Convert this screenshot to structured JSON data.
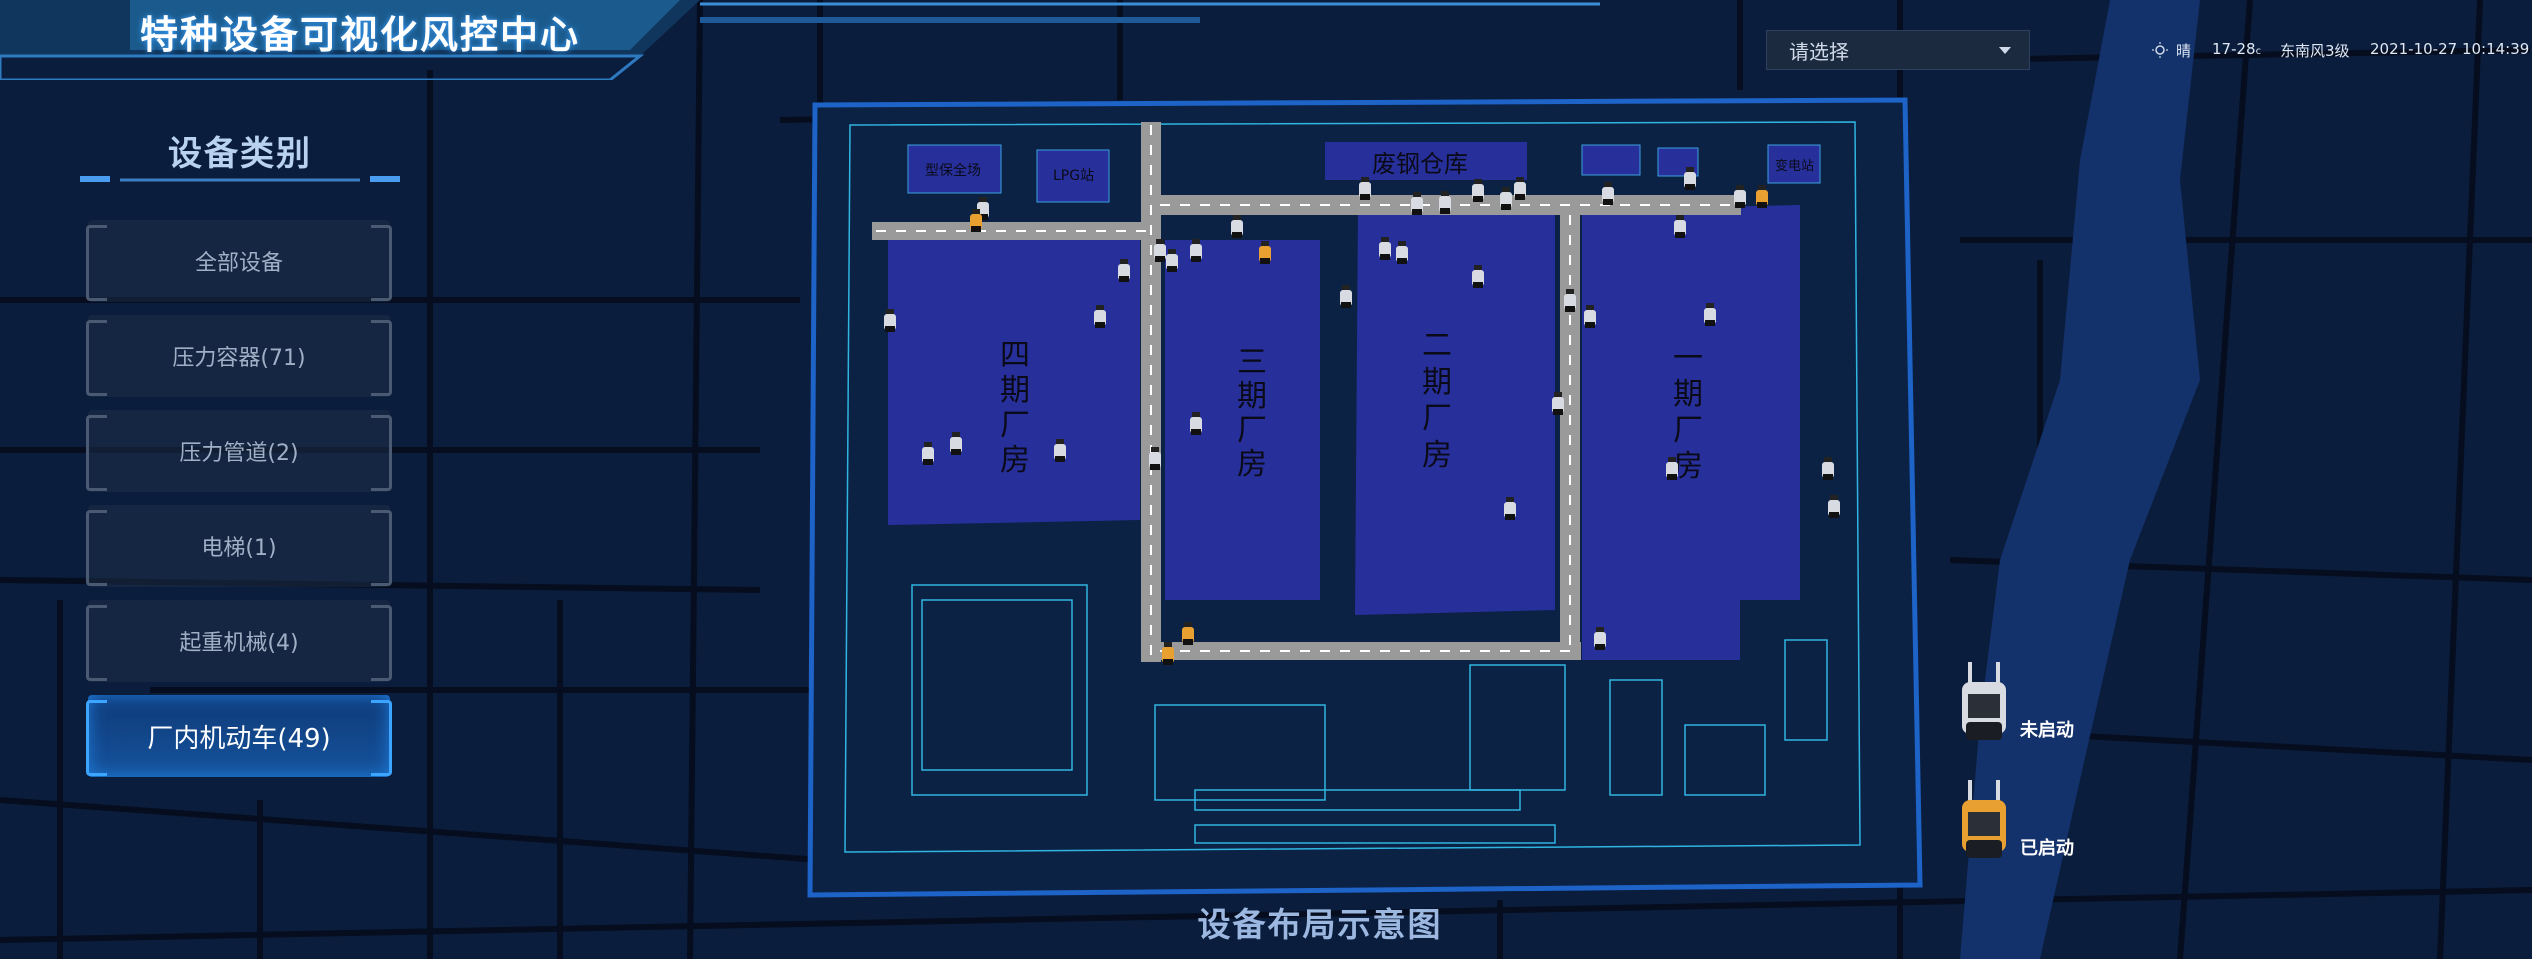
{
  "header": {
    "title": "特种设备可视化风控中心"
  },
  "sidebar": {
    "heading": "设备类别",
    "categories": [
      {
        "label": "全部设备",
        "active": false
      },
      {
        "label": "压力容器(71)",
        "active": false
      },
      {
        "label": "压力管道(2)",
        "active": false
      },
      {
        "label": "电梯(1)",
        "active": false
      },
      {
        "label": "起重机械(4)",
        "active": false
      },
      {
        "label": "厂内机动车(49)",
        "active": true
      }
    ]
  },
  "top_right": {
    "select_placeholder": "请选择",
    "weather_icon": "sun-icon",
    "weather": "晴",
    "temperature": "17-28",
    "temp_unit": "c",
    "wind": "东南风3级",
    "datetime": "2021-10-27 10:14:39"
  },
  "map": {
    "caption": "设备布局示意图",
    "buildings": {
      "phase4": "四期厂房",
      "phase3": "三期厂房",
      "phase2": "二期厂房",
      "phase1": "一期厂房",
      "steel_warehouse": "废钢仓库",
      "lpg": "LPG站",
      "forming": "型保全场",
      "substation": "变电站"
    }
  },
  "legend": {
    "not_started": "未启动",
    "started": "已启动"
  },
  "colors": {
    "background": "#0b1d3c",
    "building": "#27309a",
    "road": "#9a9a9a",
    "active_accent": "#3ba5ff",
    "forklift_off": "#d8dce2",
    "forklift_on": "#e8a030"
  }
}
